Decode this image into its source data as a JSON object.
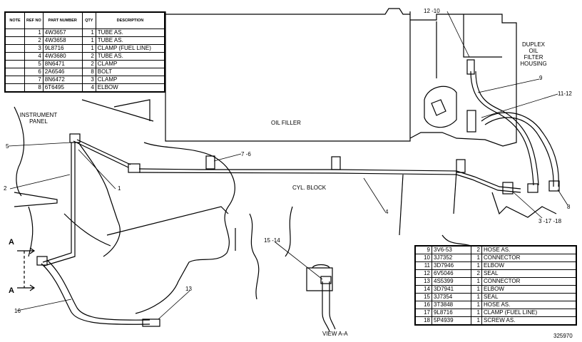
{
  "table_top": {
    "headers": {
      "note": "NOTE",
      "ref": "REF NO",
      "part": "PART NUMBER",
      "qty": "QTY",
      "desc": "DESCRIPTION"
    },
    "rows": [
      {
        "ref": "1",
        "part": "4W3657",
        "qty": "1",
        "desc": "TUBE AS."
      },
      {
        "ref": "2",
        "part": "4W3658",
        "qty": "1",
        "desc": "TUBE AS."
      },
      {
        "ref": "3",
        "part": "9L8716",
        "qty": "1",
        "desc": "CLAMP (FUEL LINE)"
      },
      {
        "ref": "4",
        "part": "4W3680",
        "qty": "2",
        "desc": "TUBE AS."
      },
      {
        "ref": "5",
        "part": "8N6471",
        "qty": "2",
        "desc": "CLAMP"
      },
      {
        "ref": "6",
        "part": "2A6546",
        "qty": "8",
        "desc": "BOLT"
      },
      {
        "ref": "7",
        "part": "8N6472",
        "qty": "3",
        "desc": "CLAMP"
      },
      {
        "ref": "8",
        "part": "6T6495",
        "qty": "4",
        "desc": "ELBOW"
      }
    ]
  },
  "table_bottom": {
    "rows": [
      {
        "ref": "9",
        "part": "3V6-53",
        "qty": "2",
        "desc": "HOSE AS."
      },
      {
        "ref": "10",
        "part": "3J7352",
        "qty": "1",
        "desc": "CONNECTOR"
      },
      {
        "ref": "11",
        "part": "3D7946",
        "qty": "1",
        "desc": "ELBOW"
      },
      {
        "ref": "12",
        "part": "6V5046",
        "qty": "2",
        "desc": "SEAL"
      },
      {
        "ref": "13",
        "part": "4S5399",
        "qty": "1",
        "desc": "CONNECTOR"
      },
      {
        "ref": "14",
        "part": "3D7941",
        "qty": "1",
        "desc": "ELBOW"
      },
      {
        "ref": "15",
        "part": "3J7354",
        "qty": "1",
        "desc": "SEAL"
      },
      {
        "ref": "16",
        "part": "3T3848",
        "qty": "1",
        "desc": "HOSE AS."
      },
      {
        "ref": "17",
        "part": "9L8716",
        "qty": "1",
        "desc": "CLAMP (FUEL LINE)"
      },
      {
        "ref": "18",
        "part": "5P4939",
        "qty": "1",
        "desc": "SCREW AS."
      }
    ]
  },
  "labels": {
    "instrument_panel_1": "INSTRUMENT",
    "instrument_panel_2": "PANEL",
    "oil_filler": "OIL FILLER",
    "cyl_block": "CYL. BLOCK",
    "duplex_1": "DUPLEX",
    "duplex_2": "OIL",
    "duplex_3": "FILTER",
    "duplex_4": "HOUSING",
    "view_aa": "VIEW A-A",
    "section_a": "A",
    "drawing_number": "325970"
  },
  "callouts": {
    "c1": "1",
    "c2": "2",
    "c3": "3 -17 -18",
    "c4": "4",
    "c5": "5",
    "c76": "7 -6",
    "c8": "8",
    "c9": "9",
    "c1112": "11-12",
    "c1210": "12 -10",
    "c13": "13",
    "c1514": "15 -14",
    "c16": "16"
  }
}
